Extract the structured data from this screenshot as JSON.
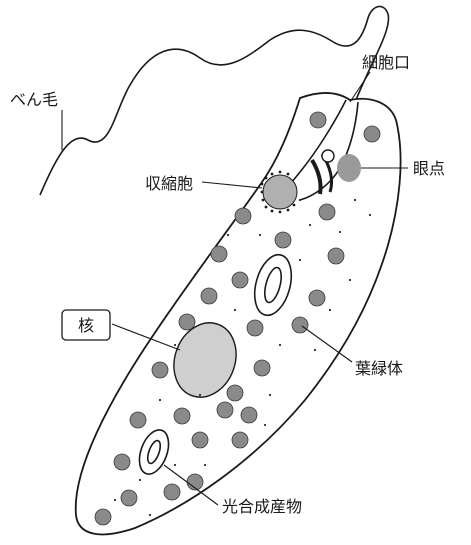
{
  "title": "",
  "labels": {
    "flagellum": "べん毛",
    "cytostome": "細胞口",
    "contractile_vacuole": "収縮胞",
    "eyespot": "眼点",
    "nucleus": "核",
    "chloroplast": "葉緑体",
    "photosynthetic_product": "光合成産物"
  },
  "colors": {
    "outline": "#1a1a1a",
    "chloroplast": "#8a8a8a",
    "nucleus": "#cfcfcf",
    "eyespot": "#9a9a9a",
    "vacuole": "#b0b0b0"
  }
}
